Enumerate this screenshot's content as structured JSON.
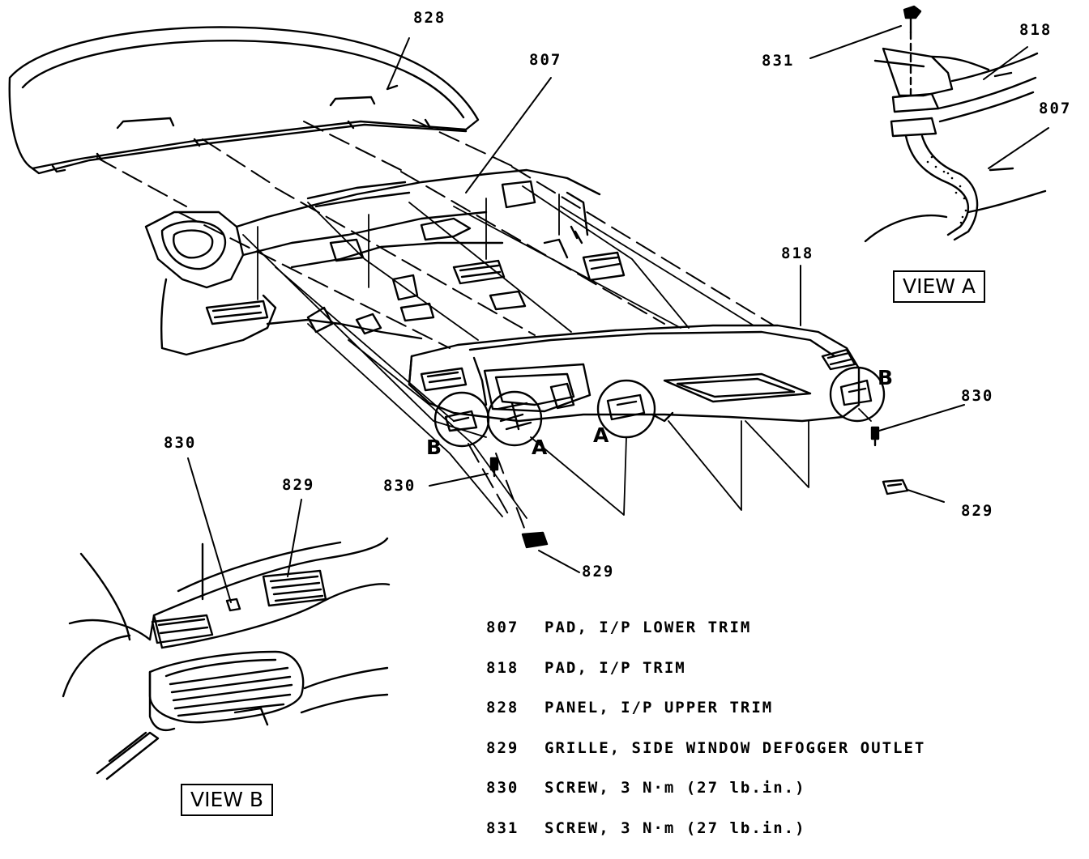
{
  "callouts": {
    "c828": "828",
    "c807_main": "807",
    "c818_main": "818",
    "c831": "831",
    "c818_viewa": "818",
    "c807_viewa": "807",
    "c830_right": "830",
    "c829_right": "829",
    "c830_center": "830",
    "c829_center": "829",
    "c830_viewb": "830",
    "c829_viewb": "829"
  },
  "detail_letters": {
    "b_left": "B",
    "a_left": "A",
    "a_right": "A",
    "b_right": "B"
  },
  "views": {
    "view_a": "VIEW A",
    "view_b": "VIEW B"
  },
  "legend": [
    {
      "number": "807",
      "description": "PAD, I/P LOWER TRIM"
    },
    {
      "number": "818",
      "description": "PAD, I/P TRIM"
    },
    {
      "number": "828",
      "description": "PANEL, I/P UPPER TRIM"
    },
    {
      "number": "829",
      "description": "GRILLE, SIDE WINDOW DEFOGGER OUTLET"
    },
    {
      "number": "830",
      "description": "SCREW, 3 N·m (27 lb.in.)"
    },
    {
      "number": "831",
      "description": "SCREW, 3 N·m (27 lb.in.)"
    }
  ]
}
